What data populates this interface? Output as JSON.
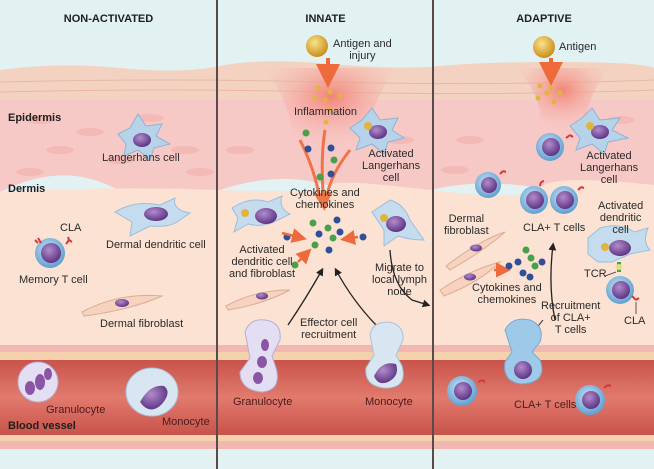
{
  "figure": {
    "panels": [
      {
        "id": "non-activated",
        "title": "NON-ACTIVATED"
      },
      {
        "id": "innate",
        "title": "INNATE"
      },
      {
        "id": "adaptive",
        "title": "ADAPTIVE"
      }
    ],
    "layers": {
      "epidermis": "Epidermis",
      "dermis": "Dermis",
      "blood_vessel": "Blood vessel"
    },
    "colors": {
      "sky": "#e2f1f1",
      "epidermis": "#f7c9c6",
      "stratum": "#f6d8cc",
      "dermis": "#fbe2d2",
      "vessel_wall": "#f2b7b0",
      "vessel_lumen": "#d9685d",
      "inflammation": "#f08a7f",
      "arrow_orange": "#ef6a3a",
      "cytokine_green": "#4aa04a",
      "cytokine_blue": "#2f4f99",
      "antigen_yellow": "#e1b53b",
      "cell_blue": "#8dc1e3",
      "nucleus_purple": "#7d4f9c",
      "divider": "#5a4a4a"
    },
    "non_activated": {
      "langerhans": "Langerhans cell",
      "cla": "CLA",
      "memory_t": "Memory T cell",
      "dermal_dendritic": "Dermal dendritic cell",
      "dermal_fibroblast": "Dermal fibroblast",
      "granulocyte": "Granulocyte",
      "monocyte": "Monocyte"
    },
    "innate": {
      "antigen": [
        "Antigen and",
        "injury"
      ],
      "inflammation": "Inflammation",
      "activated_langerhans": [
        "Activated",
        "Langerhans",
        "cell"
      ],
      "cytokines": [
        "Cytokines and",
        "chemokines"
      ],
      "activated_dendritic": [
        "Activated",
        "dendritic cell",
        "and fibroblast"
      ],
      "migrate": [
        "Migrate to",
        "local lymph",
        "node"
      ],
      "effector": [
        "Effector cell",
        "recruitment"
      ],
      "granulocyte": "Granulocyte",
      "monocyte": "Monocyte"
    },
    "adaptive": {
      "antigen": "Antigen",
      "activated_langerhans": [
        "Activated",
        "Langerhans",
        "cell"
      ],
      "dermal_fibroblast": [
        "Dermal",
        "fibroblast"
      ],
      "cla_t_cells": "CLA+ T cells",
      "activated_dendritic": [
        "Activated",
        "dendritic",
        "cell"
      ],
      "tcr": "TCR",
      "cla": "CLA",
      "cytokines": [
        "Cytokines and",
        "chemokines"
      ],
      "recruitment": [
        "Recruitment",
        "of CLA+",
        "T cells"
      ],
      "cla_t_cells_blood": "CLA+ T cells"
    }
  }
}
